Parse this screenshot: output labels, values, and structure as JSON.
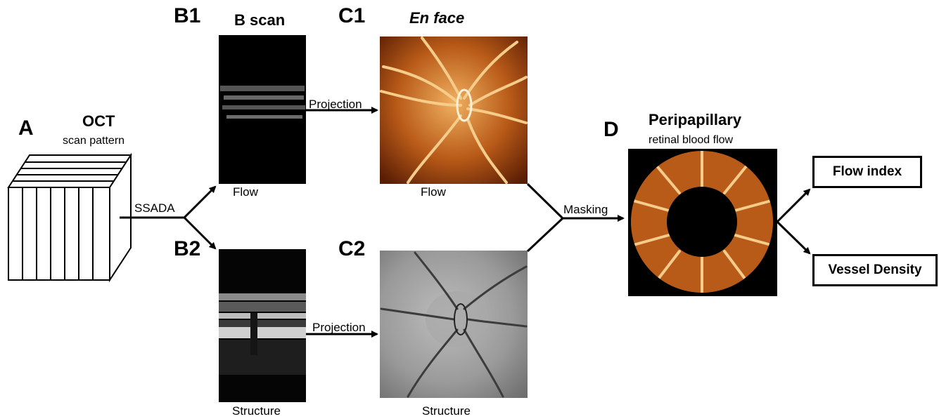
{
  "panels": {
    "a": {
      "letter": "A",
      "title": "OCT",
      "subtitle": "scan pattern"
    },
    "b1": {
      "letter": "B1",
      "title": "B scan",
      "caption": "Flow"
    },
    "b2": {
      "letter": "B2",
      "caption": "Structure"
    },
    "c1": {
      "letter": "C1",
      "title": "En face",
      "caption": "Flow"
    },
    "c2": {
      "letter": "C2",
      "caption": "Structure"
    },
    "d": {
      "letter": "D",
      "title": "Peripapillary",
      "subtitle": "retinal blood flow"
    }
  },
  "arrows": {
    "ssada": "SSADA",
    "projection_top": "Projection",
    "projection_bottom": "Projection",
    "masking": "Masking"
  },
  "outputs": {
    "flow_index": "Flow index",
    "vessel_density": "Vessel Density"
  },
  "colors": {
    "line": "#000000",
    "flow_orange": "#d9822b",
    "flow_dark": "#2a0c00",
    "structure_gray": "#8c8c8c"
  }
}
